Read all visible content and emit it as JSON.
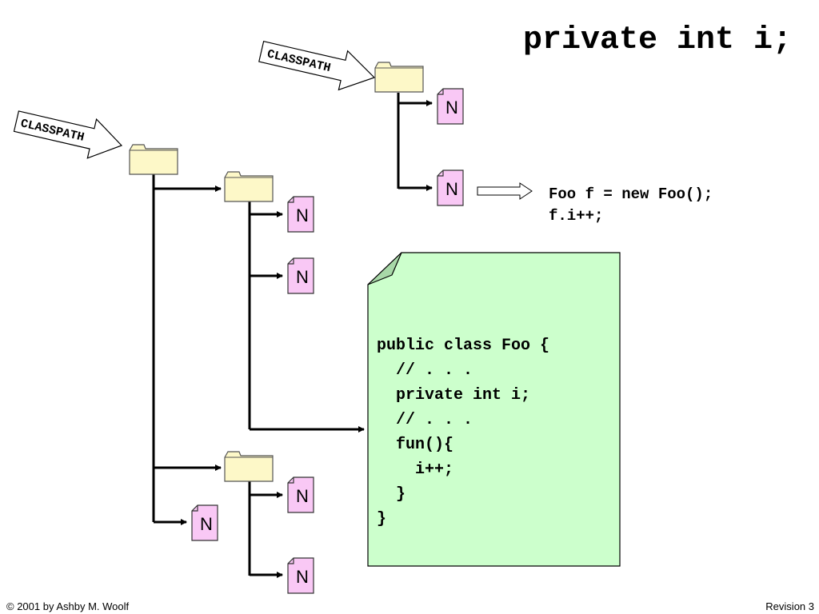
{
  "title": "private int i;",
  "classpath_label": "CLASSPATH",
  "node_label": "N",
  "snippet": {
    "lines": [
      "Foo f = new Foo();",
      "f.i++;"
    ]
  },
  "source_file": {
    "lines": [
      "public class Foo {",
      "  // . . .",
      "  private int i;",
      "  // . . .",
      "  fun(){",
      "    i++;",
      "  }",
      "}"
    ]
  },
  "footer": {
    "copyright": "© 2001 by Ashby M. Woolf",
    "revision": "Revision 3"
  },
  "colors": {
    "folder_fill": "#fdf8c8",
    "file_fill": "#f9c8f5",
    "source_fill": "#ccffcc",
    "source_fold": "#a8d8a8"
  }
}
